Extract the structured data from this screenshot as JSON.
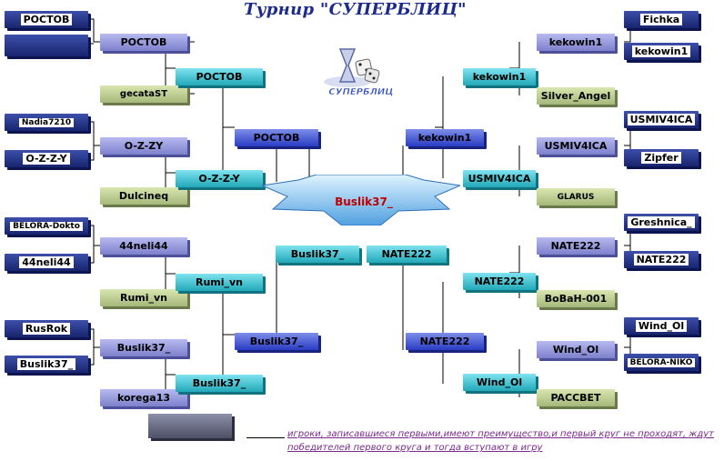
{
  "title": "Турнир \"СУПЕРБЛИЦ\"",
  "champion": "Buslik37_",
  "logo_text": "СУПЕРБЛИЦ",
  "note": "игроки, записавшиеся первыми,имеют преимущество,и первый круг не проходят, ждут победителей первого круга и тогда вступают в игру",
  "left": {
    "r0": [
      "РОСТОВ",
      "",
      "Nadia7210",
      "O-Z-Z-Y",
      "BELORA-Dokto",
      "44neli44",
      "RusRok",
      "Buslik37_"
    ],
    "r1": [
      "РОСТОВ",
      "gecataST",
      "O-Z-ZY",
      "Dulcineq",
      "44neli44",
      "Rumi_vn",
      "Buslik37_",
      "korega13"
    ],
    "r2": [
      "РОСТОВ",
      "O-Z-Z-Y",
      "Rumi_vn",
      "Buslik37_"
    ],
    "r3": [
      "РОСТОВ",
      "Buslik37_"
    ],
    "final": "Buslik37_"
  },
  "right": {
    "r0": [
      "Fichka",
      "kekowin1",
      "USMIV4ICA",
      "Zipfer",
      "Greshnica_",
      "NATE222",
      "Wind_Ol",
      "BELORA-NIKO"
    ],
    "r1": [
      "kekowin1",
      "Silver_Angel",
      "USMIV4ICA",
      "GLARUS",
      "NATE222",
      "BoBaH-001",
      "Wind_Ol",
      "PACCBET"
    ],
    "r2": [
      "kekowin1",
      "USMIV4ICA",
      "NATE222",
      "Wind_Ol"
    ],
    "r3": [
      "kekowin1",
      "NATE222"
    ],
    "final": "NATE222"
  }
}
